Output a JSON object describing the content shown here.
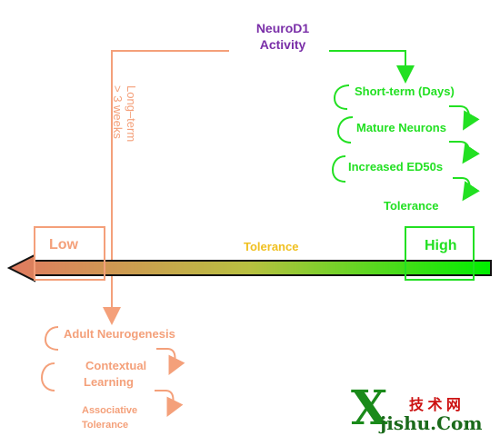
{
  "title": {
    "line1": "NeuroD1",
    "line2": "Activity"
  },
  "long_term": {
    "line1": "Long–term",
    "line2": "> 3 weeks"
  },
  "short_term_steps": [
    "Short-term (Days)",
    "Mature Neurons",
    "Increased ED50s",
    "Tolerance"
  ],
  "long_term_steps": {
    "step1": "Adult Neurogenesis",
    "step2_line1": "Contextual",
    "step2_line2": "Learning",
    "step3_line1": "Associative",
    "step3_line2": "Tolerance"
  },
  "scale": {
    "low": "Low",
    "high": "High",
    "middle": "Tolerance"
  },
  "watermark": {
    "cn": "技 术 网",
    "letter": "X",
    "site": "jishu.Com"
  },
  "colors": {
    "purple": "#7a2fa8",
    "green": "#22e022",
    "orange": "#f4a07a",
    "yellow": "#f0c020",
    "arrow_start": "#e07a60",
    "arrow_end": "#00ee00"
  }
}
